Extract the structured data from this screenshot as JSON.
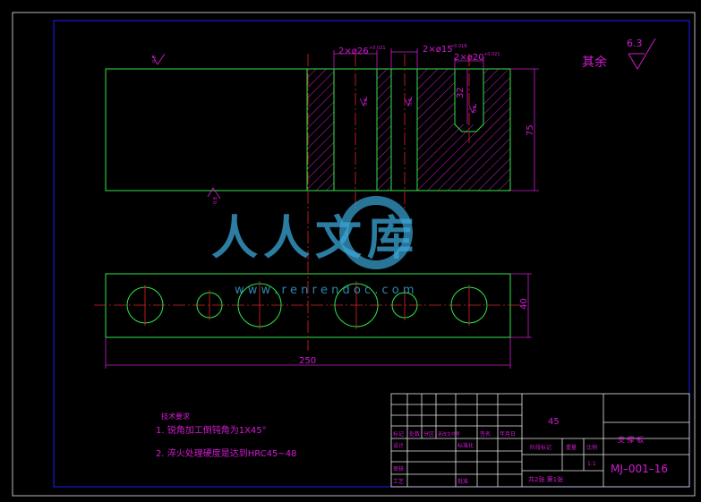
{
  "colors": {
    "background": "#000000",
    "border": "#1c1cff",
    "part_outline": "#2ee84a",
    "hatch": "#d21bd2",
    "dimension": "#d21bd2",
    "centerline": "#e02424",
    "circle": "#2ee84a",
    "title_block": "#e8e8e8",
    "watermark": "#3aa7d8"
  },
  "dimensions": {
    "hole_26": "2×ø26",
    "hole_26_tol": "+0.021",
    "hole_15": "2×ø15",
    "hole_15_tol": "+0.018",
    "hole_20": "2×ø20",
    "hole_20_tol": "+0.021",
    "depth": "32",
    "height": "75",
    "width_plan": "40",
    "length": "250",
    "ra_top": "0.8",
    "ra_bottom": "0.8",
    "ra_hole_1": "0.8",
    "ra_hole_2": "0.8",
    "ra_slot": "0.8"
  },
  "roughness": {
    "label": "其余",
    "value": "6.3"
  },
  "watermark": {
    "chinese": "人人文库",
    "url": "w w w . r e n r e n d o c . c o m"
  },
  "notes": {
    "title": "技术要求",
    "line1": "1. 锐角加工倒钝角为1X45°",
    "line2": "2. 淬火处理硬度是达到HRC45~48"
  },
  "title_block": {
    "material": "45",
    "part_name": "支 撑 板",
    "drawing_no": "MJ–001–16",
    "headers": [
      "标记",
      "处数",
      "分区",
      "更改文件号",
      "签名",
      "年月日"
    ],
    "designer": "设计",
    "standardized": "标准化",
    "stage_mark": "阶段标记",
    "weight": "重量",
    "scale": "比例",
    "scale_value": "1:1",
    "checker": "审核",
    "process": "工艺",
    "approved": "批准",
    "sheets": "共2张 第1张"
  }
}
